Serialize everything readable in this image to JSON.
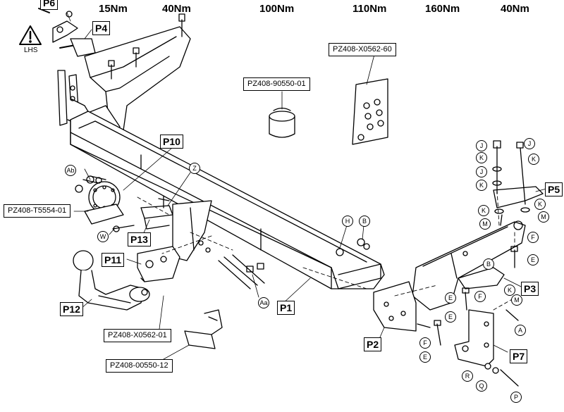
{
  "torque": [
    "15Nm",
    "40Nm",
    "100Nm",
    "110Nm",
    "160Nm",
    "40Nm"
  ],
  "warning": {
    "label": "LHS",
    "icon": "warning-triangle-icon"
  },
  "positions": [
    "P6",
    "P4",
    "P10",
    "P5",
    "P13",
    "P11",
    "P3",
    "P12",
    "P1",
    "P2",
    "P7"
  ],
  "parts": {
    "bracket_kit": "PZ408-X0562-60",
    "ball_cover": "PZ408-90550-01",
    "socket_plate": "PZ408-T5554-01",
    "lock_kit": "PZ408-X0562-01",
    "socket": "PZ408-00550-12"
  },
  "fastener_labels": [
    "Ab",
    "Z",
    "W",
    "H",
    "B",
    "Aa",
    "J",
    "J",
    "K",
    "K",
    "J",
    "K",
    "K",
    "K",
    "M",
    "M",
    "F",
    "E",
    "B",
    "F",
    "K",
    "M",
    "E",
    "E",
    "A",
    "F",
    "E",
    "R",
    "Q",
    "P"
  ]
}
